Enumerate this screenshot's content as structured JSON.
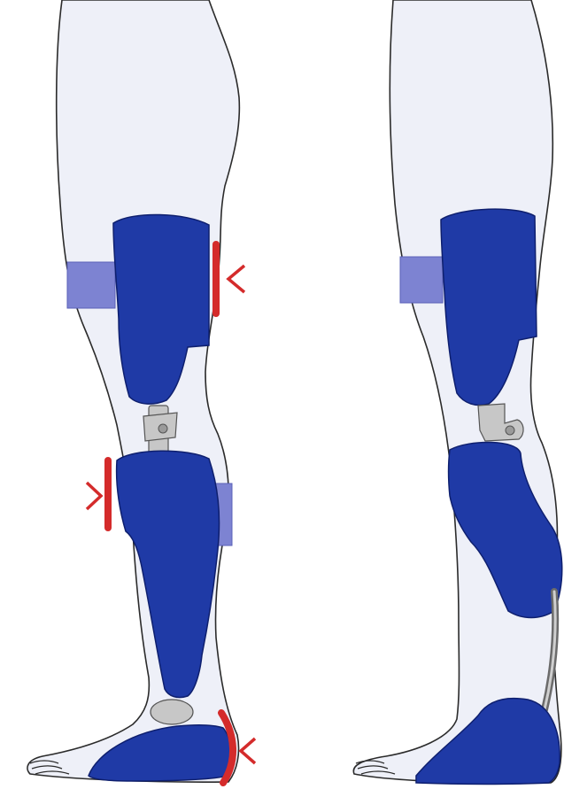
{
  "figure": {
    "panels": [
      {
        "view": "lateral",
        "components": [
          "thigh-shell",
          "thigh-strap",
          "knee-joint",
          "calf-shell",
          "calf-strap",
          "ankle-joint",
          "foot-plate",
          "force-marker-thigh",
          "force-marker-shin",
          "force-marker-heel"
        ]
      },
      {
        "view": "medial",
        "components": [
          "thigh-shell",
          "thigh-strap",
          "knee-joint",
          "calf-shell",
          "posterior-spring-strut",
          "foot-plate"
        ]
      }
    ],
    "colors": {
      "shell_blue": "#1f3aa6",
      "shell_outline": "#0e1f6e",
      "strap_blue": "#7d83d2",
      "leg_fill": "#eef0f8",
      "leg_outline": "#2b2b2b",
      "metal_joint": "#c7c7c7",
      "force_marker": "#d42b2b"
    }
  }
}
